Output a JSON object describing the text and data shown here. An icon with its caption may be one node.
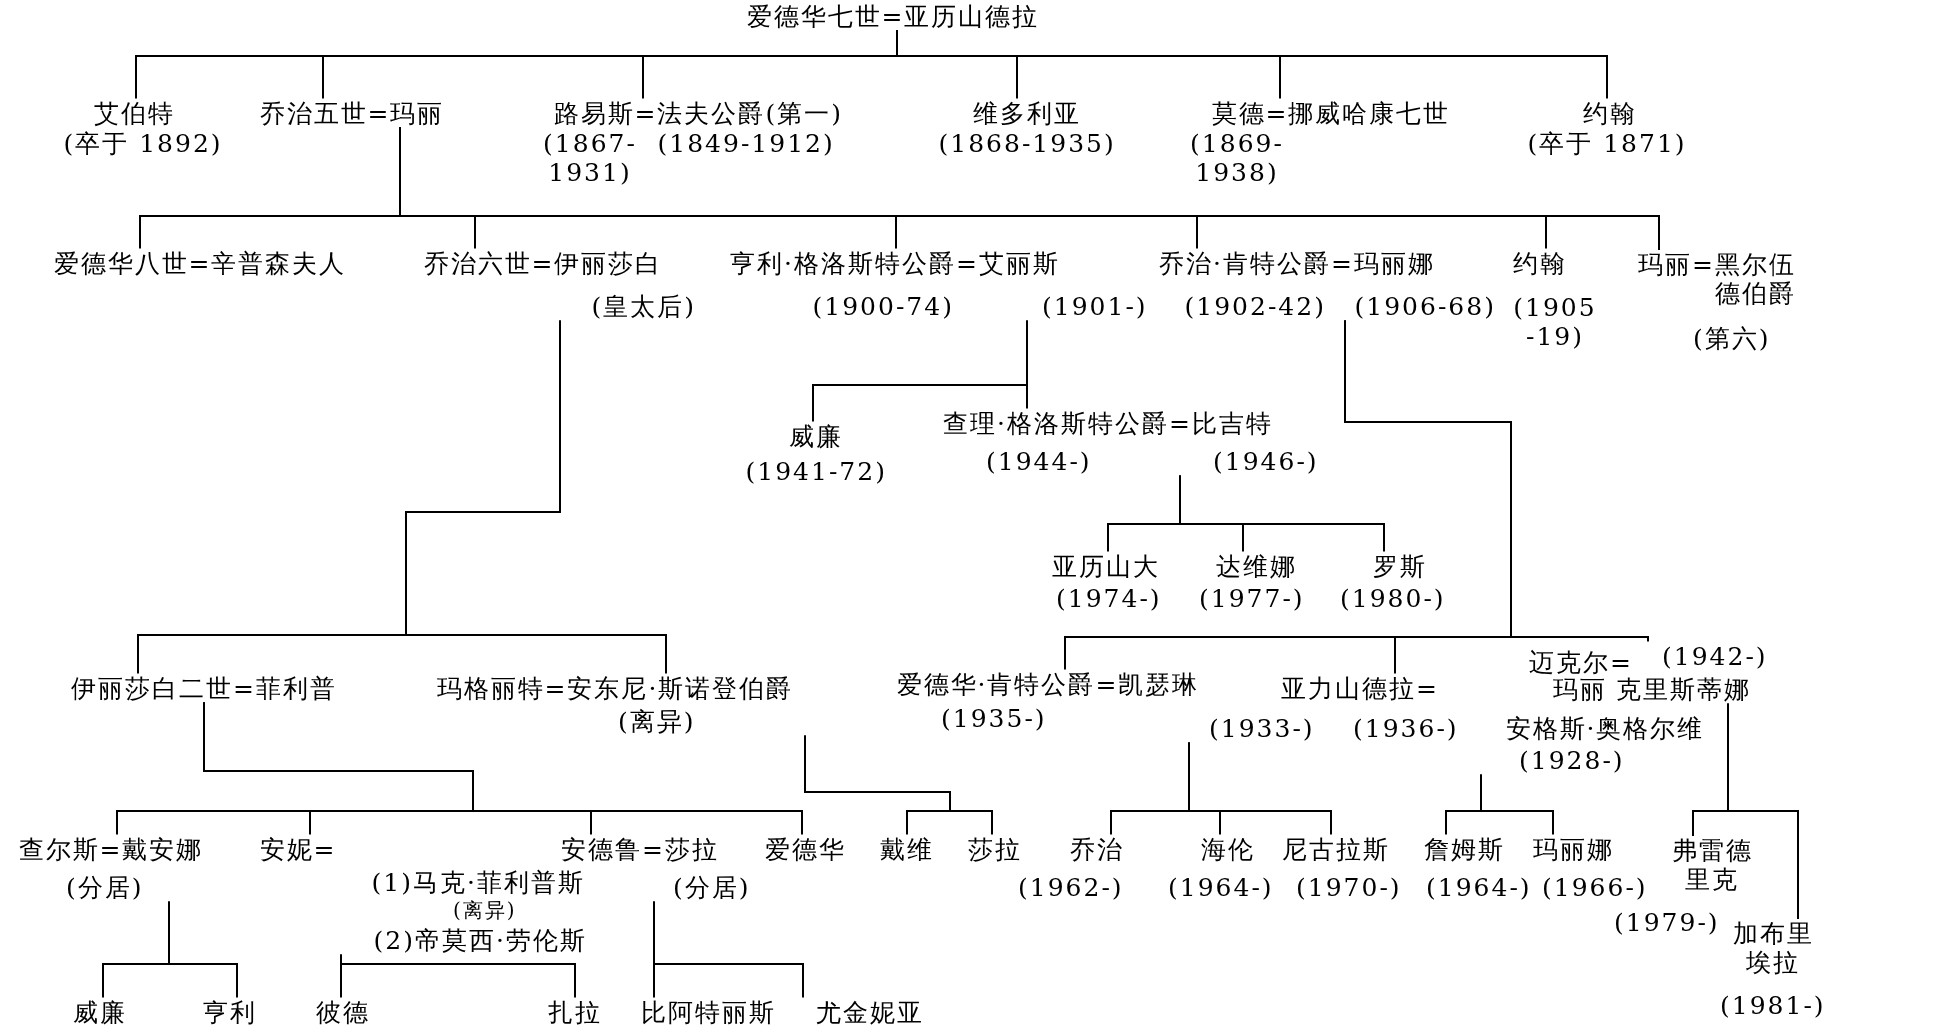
{
  "diagram": {
    "nodes": [
      {
        "text": [
          "爱德华七世=亚历山德拉"
        ]
      },
      {
        "text": [
          "艾伯特",
          "(卒于 1892)"
        ]
      },
      {
        "text": [
          "乔治五世=玛丽"
        ]
      },
      {
        "text": [
          "路易斯=法夫公爵(第一)",
          "(1867- 1931)",
          "(1849-1912)"
        ]
      },
      {
        "text": [
          "维多利亚",
          "(1868-1935)"
        ]
      },
      {
        "text": [
          "莫德=挪威哈康七世",
          "(1869- 1938)"
        ]
      },
      {
        "text": [
          "约翰",
          "(卒于 1871)"
        ]
      },
      {
        "text": [
          "爱德华八世=辛普森夫人"
        ]
      },
      {
        "text": [
          "乔治六世=伊丽莎白",
          "(皇太后)"
        ]
      },
      {
        "text": [
          "亨利·格洛斯特公爵=艾丽斯",
          "(1900-74)",
          "(1901-)"
        ]
      },
      {
        "text": [
          "乔治·肯特公爵=玛丽娜",
          "(1902-42)",
          "(1906-68)"
        ]
      },
      {
        "text": [
          "约翰",
          "(1905 -19)"
        ]
      },
      {
        "text": [
          "玛丽=黑尔伍德伯爵",
          "(第六)"
        ]
      },
      {
        "text": [
          "威廉",
          "(1941-72)"
        ]
      },
      {
        "text": [
          "查理·格洛斯特公爵=比吉特",
          "(1944-)",
          "(1946-)"
        ]
      },
      {
        "text": [
          "亚历山大",
          "(1974-)"
        ]
      },
      {
        "text": [
          "达维娜",
          "(1977-)"
        ]
      },
      {
        "text": [
          "罗斯",
          "(1980-)"
        ]
      },
      {
        "text": [
          "伊丽莎白二世=菲利普"
        ]
      },
      {
        "text": [
          "玛格丽特=安东尼·斯诺登伯爵",
          "(离异)"
        ]
      },
      {
        "text": [
          "爱德华·肯特公爵=凯瑟琳",
          "(1935-)",
          "(1933-)"
        ]
      },
      {
        "text": [
          "亚力山德拉=",
          "(1936-)",
          "安格斯·奥格尔维",
          "(1928-)"
        ]
      },
      {
        "text": [
          "迈克尔=",
          "(1942-)",
          "玛丽 克里斯蒂娜"
        ]
      },
      {
        "text": [
          "查尔斯=戴安娜",
          "(分居)"
        ]
      },
      {
        "text": [
          "安妮=",
          "(1)马克·菲利普斯",
          "(离异)",
          "(2)帝莫西·劳伦斯"
        ]
      },
      {
        "text": [
          "安德鲁=莎拉",
          "(分居)"
        ]
      },
      {
        "text": [
          "爱德华"
        ]
      },
      {
        "text": [
          "戴维"
        ]
      },
      {
        "text": [
          "莎拉"
        ]
      },
      {
        "text": [
          "乔治",
          "(1962-)"
        ]
      },
      {
        "text": [
          "海伦",
          "(1964-)"
        ]
      },
      {
        "text": [
          "尼古拉斯",
          "(1970-)"
        ]
      },
      {
        "text": [
          "詹姆斯",
          "(1964-)"
        ]
      },
      {
        "text": [
          "玛丽娜",
          "(1966-)"
        ]
      },
      {
        "text": [
          "弗雷德里克",
          "(1979-)"
        ]
      },
      {
        "text": [
          "加布里埃拉",
          "(1981-)"
        ]
      },
      {
        "text": [
          "威廉"
        ]
      },
      {
        "text": [
          "亨利"
        ]
      },
      {
        "text": [
          "彼德"
        ]
      },
      {
        "text": [
          "扎拉"
        ]
      },
      {
        "text": [
          "比阿特丽斯"
        ]
      },
      {
        "text": [
          "尤金妮亚"
        ]
      }
    ],
    "edges": [
      {
        "from": 0,
        "to": 1,
        "arrow": "none"
      },
      {
        "from": 0,
        "to": 2,
        "arrow": "none"
      },
      {
        "from": 0,
        "to": 3,
        "arrow": "none"
      },
      {
        "from": 0,
        "to": 4,
        "arrow": "none"
      },
      {
        "from": 0,
        "to": 5,
        "arrow": "none"
      },
      {
        "from": 0,
        "to": 6,
        "arrow": "none"
      },
      {
        "from": 2,
        "to": 7,
        "arrow": "none"
      },
      {
        "from": 2,
        "to": 8,
        "arrow": "none"
      },
      {
        "from": 2,
        "to": 9,
        "arrow": "none"
      },
      {
        "from": 2,
        "to": 10,
        "arrow": "none"
      },
      {
        "from": 2,
        "to": 11,
        "arrow": "none"
      },
      {
        "from": 2,
        "to": 12,
        "arrow": "none"
      },
      {
        "from": 9,
        "to": 13,
        "arrow": "none"
      },
      {
        "from": 9,
        "to": 14,
        "arrow": "none"
      },
      {
        "from": 14,
        "to": 15,
        "arrow": "none"
      },
      {
        "from": 14,
        "to": 16,
        "arrow": "none"
      },
      {
        "from": 14,
        "to": 17,
        "arrow": "none"
      },
      {
        "from": 8,
        "to": 18,
        "arrow": "none"
      },
      {
        "from": 8,
        "to": 19,
        "arrow": "none"
      },
      {
        "from": 10,
        "to": 20,
        "arrow": "none"
      },
      {
        "from": 10,
        "to": 21,
        "arrow": "none"
      },
      {
        "from": 10,
        "to": 22,
        "arrow": "none"
      },
      {
        "from": 18,
        "to": 23,
        "arrow": "none"
      },
      {
        "from": 18,
        "to": 24,
        "arrow": "none"
      },
      {
        "from": 18,
        "to": 25,
        "arrow": "none"
      },
      {
        "from": 18,
        "to": 26,
        "arrow": "none"
      },
      {
        "from": 19,
        "to": 27,
        "arrow": "none"
      },
      {
        "from": 19,
        "to": 28,
        "arrow": "none"
      },
      {
        "from": 20,
        "to": 29,
        "arrow": "none"
      },
      {
        "from": 20,
        "to": 30,
        "arrow": "none"
      },
      {
        "from": 20,
        "to": 31,
        "arrow": "none"
      },
      {
        "from": 21,
        "to": 32,
        "arrow": "none"
      },
      {
        "from": 21,
        "to": 33,
        "arrow": "none"
      },
      {
        "from": 22,
        "to": 34,
        "arrow": "none"
      },
      {
        "from": 22,
        "to": 35,
        "arrow": "none"
      },
      {
        "from": 23,
        "to": 36,
        "arrow": "none"
      },
      {
        "from": 23,
        "to": 37,
        "arrow": "none"
      },
      {
        "from": 24,
        "to": 38,
        "arrow": "none"
      },
      {
        "from": 24,
        "to": 39,
        "arrow": "none"
      },
      {
        "from": 25,
        "to": 40,
        "arrow": "none"
      },
      {
        "from": 25,
        "to": 41,
        "arrow": "none"
      }
    ]
  }
}
